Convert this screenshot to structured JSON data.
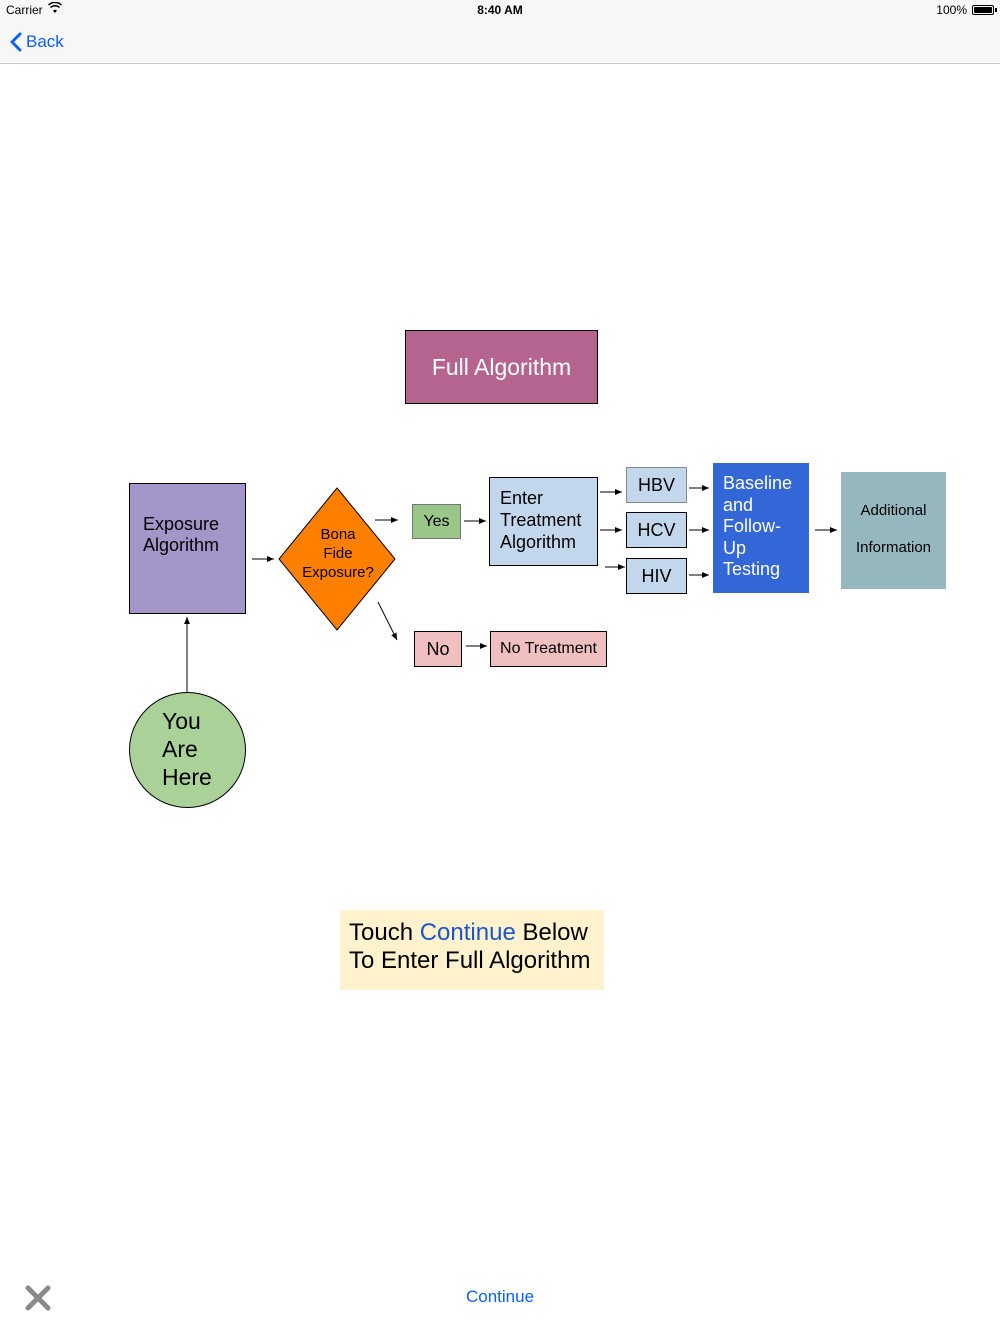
{
  "status_bar": {
    "carrier": "Carrier",
    "time": "8:40 AM",
    "battery": "100%"
  },
  "nav": {
    "back_label": "Back"
  },
  "diagram": {
    "full_algorithm": "Full Algorithm",
    "exposure": [
      "Exposure",
      "Algorithm"
    ],
    "decision": [
      "Bona",
      "Fide",
      "Exposure?"
    ],
    "yes": "Yes",
    "no": "No",
    "no_treatment": "No Treatment",
    "enter_treatment": [
      "Enter",
      "Treatment",
      "Algorithm"
    ],
    "hbv": "HBV",
    "hcv": "HCV",
    "hiv": "HIV",
    "baseline": [
      "Baseline",
      "and",
      "Follow-",
      "Up",
      "Testing"
    ],
    "additional": [
      "Additional",
      "Information"
    ],
    "you_are_here": [
      "You",
      "Are",
      "Here"
    ]
  },
  "hint": {
    "line1_pre": "Touch ",
    "line1_accent": "Continue",
    "line1_post": " Below",
    "line2": "To Enter Full Algorithm"
  },
  "footer": {
    "continue_label": "Continue",
    "close_icon": "close-icon"
  },
  "colors": {
    "accent": "#0a60ff",
    "full_algorithm": "#b5648f",
    "exposure": "#a495c8",
    "decision": "#ff8000",
    "yes": "#9bc68a",
    "no": "#f0c0c0",
    "treatment": "#c3d7ec",
    "baseline": "#3366d6",
    "additional": "#95b8bf",
    "you_are_here": "#a9d198",
    "hint_bg": "#fff2cc"
  }
}
